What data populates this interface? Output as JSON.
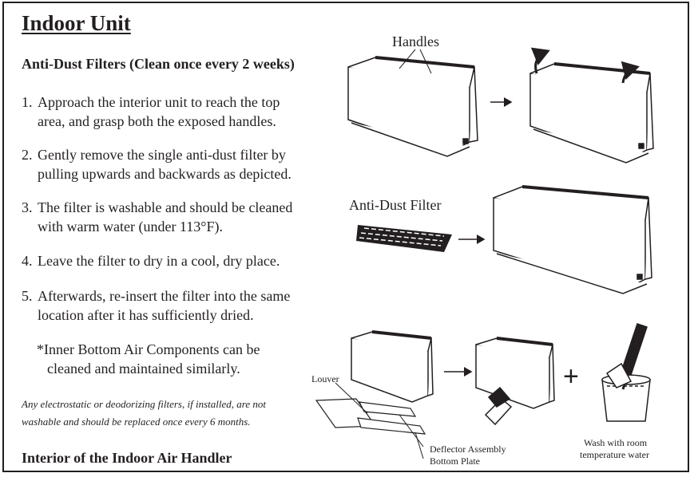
{
  "title": "Indoor Unit",
  "subtitle": "Anti-Dust Filters (Clean once every 2 weeks)",
  "steps": [
    {
      "num": "1.",
      "line1": "Approach the interior unit to reach the top",
      "line2": "area, and grasp both the exposed handles."
    },
    {
      "num": "2.",
      "line1": "Gently remove the single anti-dust filter by",
      "line2": "pulling upwards and backwards as depicted."
    },
    {
      "num": "3.",
      "line1": "The filter is washable and should be cleaned",
      "line2": "with warm water (under 113°F)."
    },
    {
      "num": "4.",
      "line1": "Leave the filter to dry in a cool, dry place."
    },
    {
      "num": "5.",
      "line1": "Afterwards, re-insert the filter into the same",
      "line2": "location after it has sufficiently dried."
    }
  ],
  "note": {
    "line1": "*Inner Bottom Air Components can be",
    "line2": "cleaned and maintained similarly."
  },
  "italic_note": {
    "line1": "Any electrostatic or deodorizing filters, if installed, are not",
    "line2": "washable and should be replaced once every 6 months."
  },
  "footer": "Interior of the Indoor Air Handler",
  "labels": {
    "handles": "Handles",
    "anti_dust_filter": "Anti-Dust Filter",
    "louver": "Louver",
    "deflector_assembly": "Deflector Assembly",
    "bottom_plate": "Bottom Plate",
    "wash_line1": "Wash with room",
    "wash_line2": "temperature water",
    "plus": "+"
  }
}
